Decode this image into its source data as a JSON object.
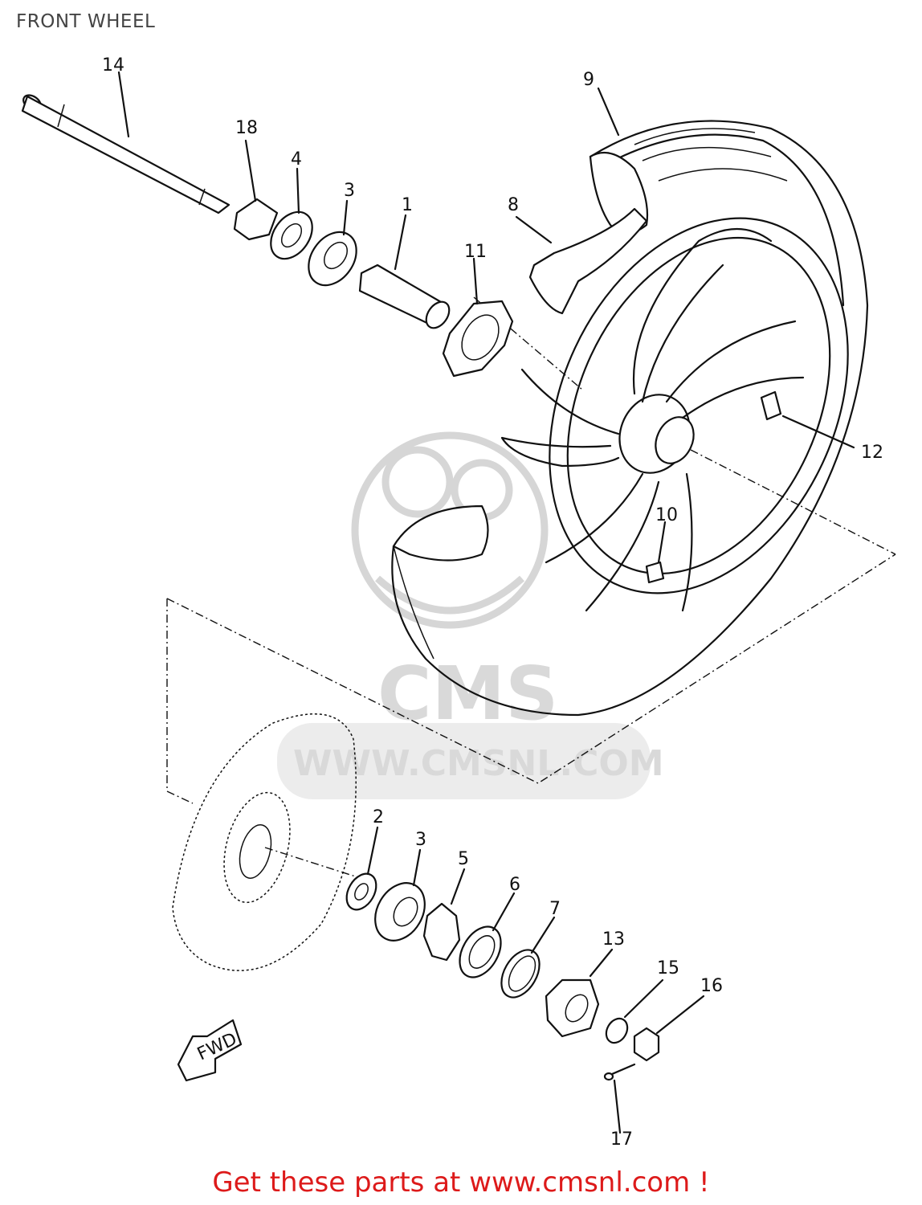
{
  "title": "FRONT WHEEL",
  "footer": "Get these parts at www.cmsnl.com !",
  "watermark": {
    "logo": "CMS",
    "url": "WWW.CMSNL.COM"
  },
  "direction_label": "FWD",
  "callouts": [
    "1",
    "2",
    "3",
    "3",
    "4",
    "5",
    "6",
    "7",
    "8",
    "9",
    "10",
    "11",
    "12",
    "13",
    "14",
    "15",
    "16",
    "17",
    "18"
  ],
  "colors": {
    "footer": "#dd1a1a",
    "title": "#444444",
    "lines": "#111111",
    "watermark": "#d6d6d6"
  }
}
